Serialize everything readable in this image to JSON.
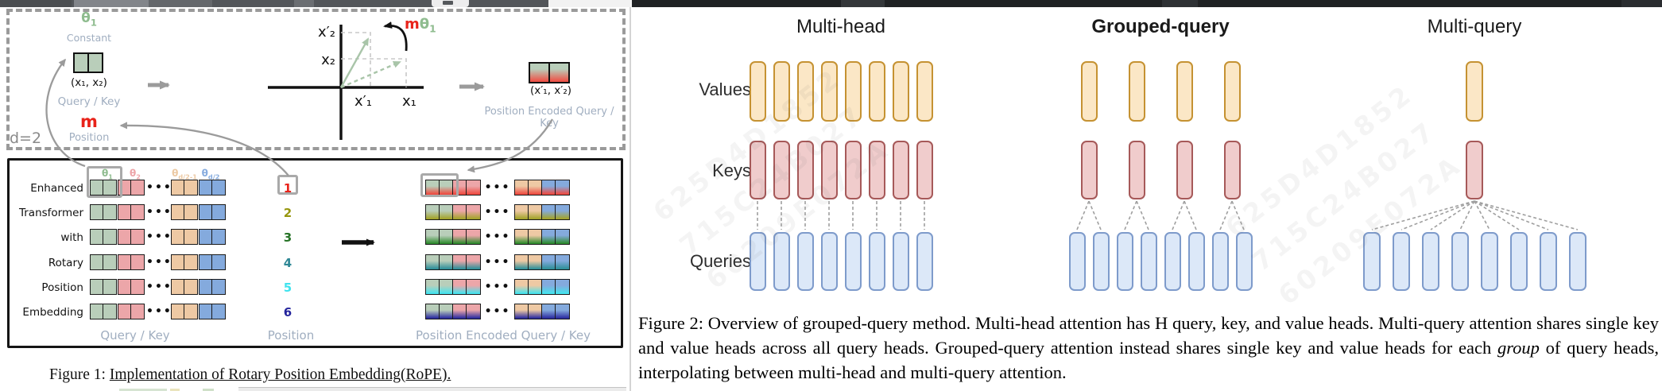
{
  "colors": {
    "cell_green": "#b9ceba",
    "cell_pink": "#eca6a9",
    "cell_tan": "#eec9a4",
    "cell_blue": "#84aadd",
    "accent_red": "#e8231a",
    "theta_green": "#8fbc8f",
    "label_muted": "#a0aec0",
    "gqa_value_fill": "#fbe7c6",
    "gqa_value_border": "#c59232",
    "gqa_key_fill": "#f0cccc",
    "gqa_key_border": "#a65959",
    "gqa_query_fill": "#dce8f8",
    "gqa_query_border": "#7e9bcb"
  },
  "figure1": {
    "d_label": "d=2",
    "top": {
      "theta_main": "θ",
      "theta_sub": "1",
      "constant_label": "Constant",
      "input_coords": "(x₁, x₂)",
      "query_key_label": "Query / Key",
      "m_label": "m",
      "position_label": "Position",
      "axis": {
        "x2p": "x′₂",
        "x2": "x₂",
        "x1p": "x′₁",
        "x1": "x₁"
      },
      "rotation_m": "m",
      "rotation_theta": "θ",
      "rotation_theta_sub": "1",
      "output_coords": "(x′₁, x′₂)",
      "encoded_label": "Position Encoded Query / Key"
    },
    "grid": {
      "dots": "•••",
      "theta_headers": [
        {
          "main": "θ",
          "sub": "1",
          "color": "#8fbc8f"
        },
        {
          "main": "θ",
          "sub": "2",
          "color": "#eda4a8"
        },
        {
          "main": "θ",
          "sub": "d/2-1",
          "color": "#ecc9a3"
        },
        {
          "main": "θ",
          "sub": "d/2",
          "color": "#86abde"
        }
      ],
      "rows": [
        {
          "word": "Enhanced",
          "position": "1",
          "pos_color": "#e8231a",
          "accent": "#ee4b41",
          "boxed": true
        },
        {
          "word": "Transformer",
          "position": "2",
          "pos_color": "#97970f",
          "accent": "#a3a32a",
          "boxed": false
        },
        {
          "word": "with",
          "position": "3",
          "pos_color": "#267326",
          "accent": "#2e8b2e",
          "boxed": false
        },
        {
          "word": "Rotary",
          "position": "4",
          "pos_color": "#2e8795",
          "accent": "#2f8f99",
          "boxed": false
        },
        {
          "word": "Position",
          "position": "5",
          "pos_color": "#40e3ee",
          "accent": "#45e4ef",
          "boxed": false
        },
        {
          "word": "Embedding",
          "position": "6",
          "pos_color": "#24249c",
          "accent": "#2c2ca0",
          "boxed": false
        }
      ],
      "bottom_labels": [
        "Query / Key",
        "Position",
        "Position Encoded Query / Key"
      ]
    },
    "caption": {
      "prefix": "Figure 1: ",
      "underlined": "Implementation of Rotary Position Embedding(RoPE)."
    }
  },
  "figure2": {
    "headers": [
      {
        "label": "Multi-head",
        "bold": false
      },
      {
        "label": "Grouped-query",
        "bold": true
      },
      {
        "label": "Multi-query",
        "bold": false
      }
    ],
    "row_labels": [
      "Values",
      "Keys",
      "Queries"
    ],
    "groups": [
      {
        "name": "multi-head",
        "values": 8,
        "keys": 8,
        "queries": 8
      },
      {
        "name": "grouped-query",
        "values": 4,
        "keys": 4,
        "queries": 8
      },
      {
        "name": "multi-query",
        "values": 1,
        "keys": 1,
        "queries": 8
      }
    ],
    "caption": {
      "before_italic": "Figure 2: Overview of grouped-query method. Multi-head attention has H query, key, and value heads. Multi-query attention shares single key and value heads across all query heads. Grouped-query attention instead shares single key and value heads for each ",
      "italic": "group",
      "after_italic": " of query heads, interpolating between multi-head and multi-query attention."
    },
    "watermark_lines": [
      "625D4D1852",
      "715C24B027",
      "60209E072A"
    ]
  }
}
